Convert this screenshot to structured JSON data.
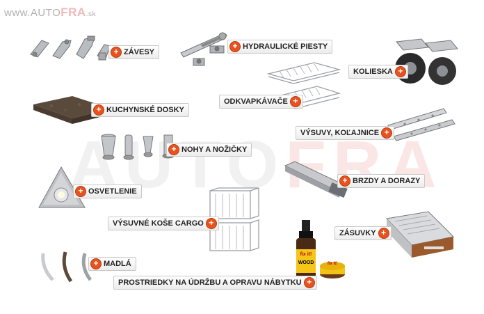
{
  "logo": {
    "prefix": "www.",
    "auto": "AUTO",
    "fra": "FRA",
    "suffix": ".sk"
  },
  "watermark": {
    "auto": "AUTO",
    "fra": "FRA"
  },
  "categories": {
    "zavesy": "ZÁVESY",
    "hydraulicke_piesty": "HYDRAULICKÉ PIESTY",
    "kolieska": "KOLIESKA",
    "odkvapkavace": "ODKVAPKÁVAČE",
    "kuchynske_dosky": "KUCHYNSKÉ DOSKY",
    "vysuvy": "VÝSUVY, KOĽAJNICE",
    "nohy": "NOHY A NOŽIČKY",
    "brzdy": "BRZDY A DORAZY",
    "osvetlenie": "OSVETLENIE",
    "kose_cargo": "VÝSUVNÉ KOŠE CARGO",
    "zasuvky": "ZÁSUVKY",
    "madla": "MADLÁ",
    "prostriedky": "PROSTRIEDKY NA ÚDRŽBU A OPRAVU NÁBYTKU"
  },
  "product_text": {
    "bottle_brand": "fix it!",
    "bottle_label": "WOOD",
    "jar_brand": "fix it!"
  },
  "icons": {
    "plus": "+"
  },
  "colors": {
    "plus_icon": "#e8521f",
    "logo_fra": "#f3b8b8"
  }
}
